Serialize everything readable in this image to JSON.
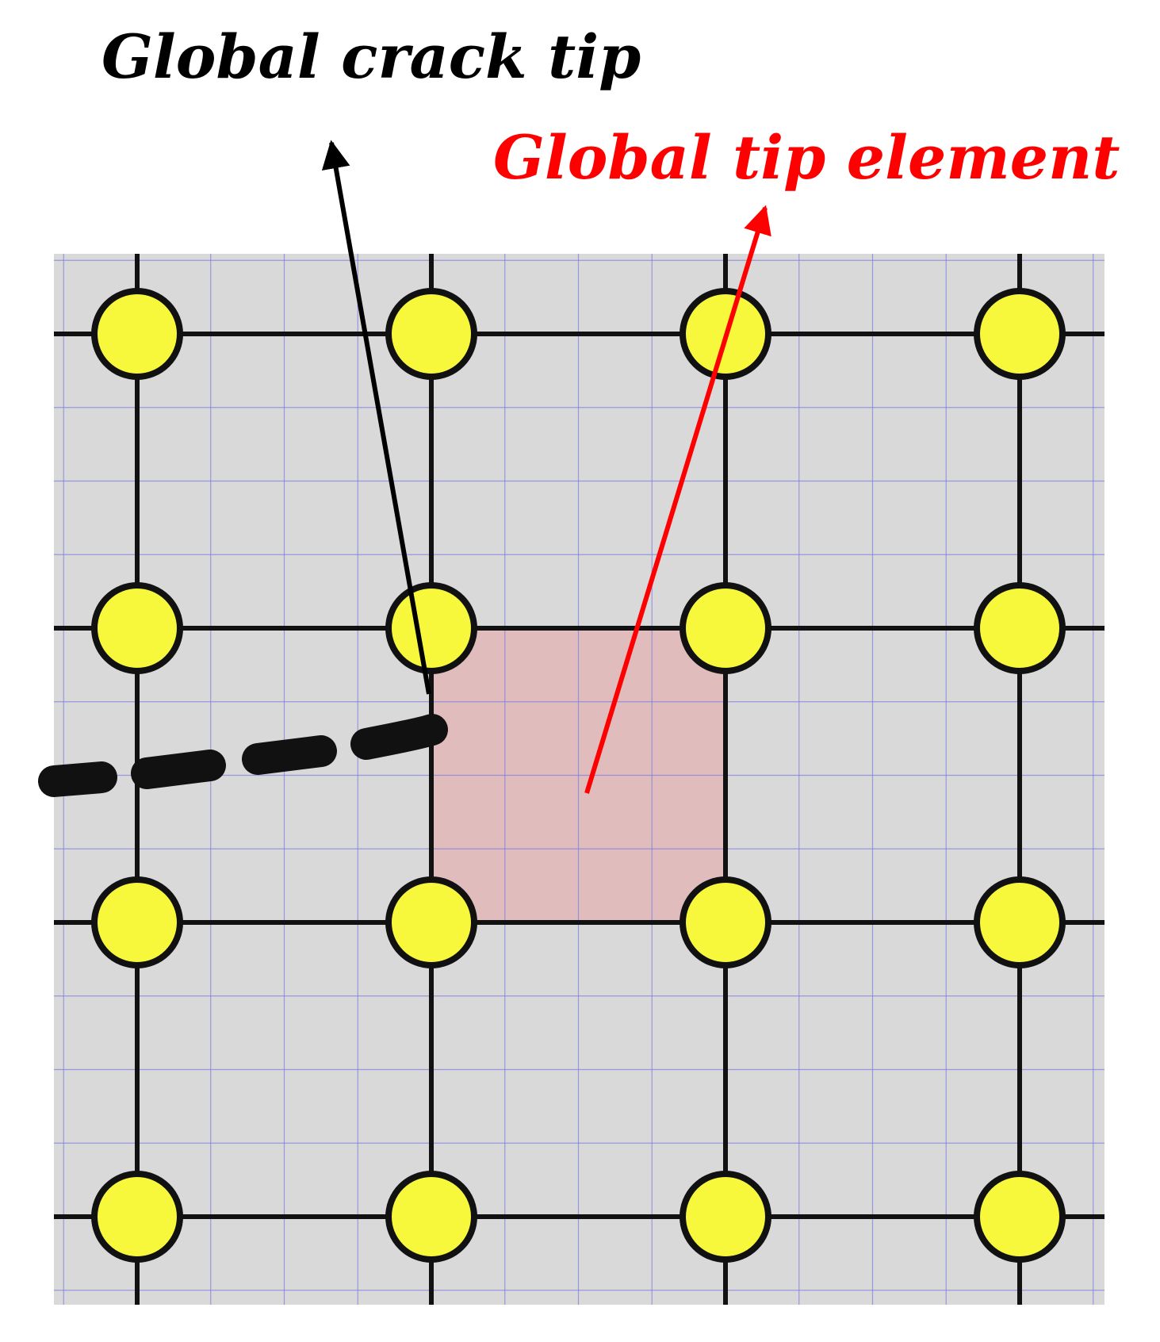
{
  "labels": {
    "crack_tip": "Global crack tip",
    "tip_element": "Global tip element"
  },
  "colors": {
    "background": "#ffffff",
    "mesh_fill": "#d9d9d9",
    "fine_grid": "#8080e0",
    "element_edges": "#111111",
    "node_fill": "#f7f73c",
    "node_stroke": "#111111",
    "tip_element_fill": "#e0bcbc",
    "crack": "#111111",
    "crack_tip_arrow": "#000000",
    "tip_element_arrow": "#ff0000",
    "crack_tip_label": "#000000",
    "tip_element_label": "#ff0000"
  },
  "mesh": {
    "node_rows": 4,
    "node_cols": 4,
    "fine_subdivisions_per_element": 4,
    "tip_element": {
      "row": 1,
      "col": 1
    }
  }
}
